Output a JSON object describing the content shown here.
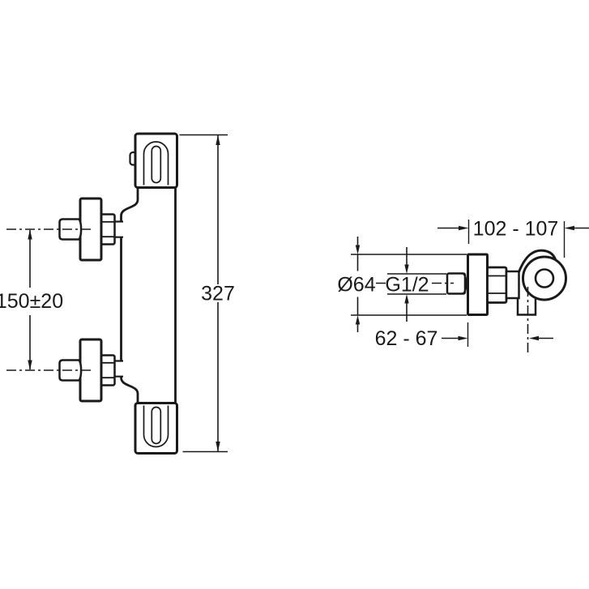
{
  "drawing": {
    "views": {
      "front_view": "front-elevation",
      "side_view": "side-elevation"
    },
    "dims": {
      "handle_spacing": "150±20",
      "total_height": "327",
      "depth_range": "102 - 107",
      "flange_diameter": "Ø64",
      "thread_size": "G1/2",
      "outlet_offset": "62 - 67"
    },
    "colors": {
      "ink": "#1a1a1a",
      "background": "#ffffff"
    }
  }
}
